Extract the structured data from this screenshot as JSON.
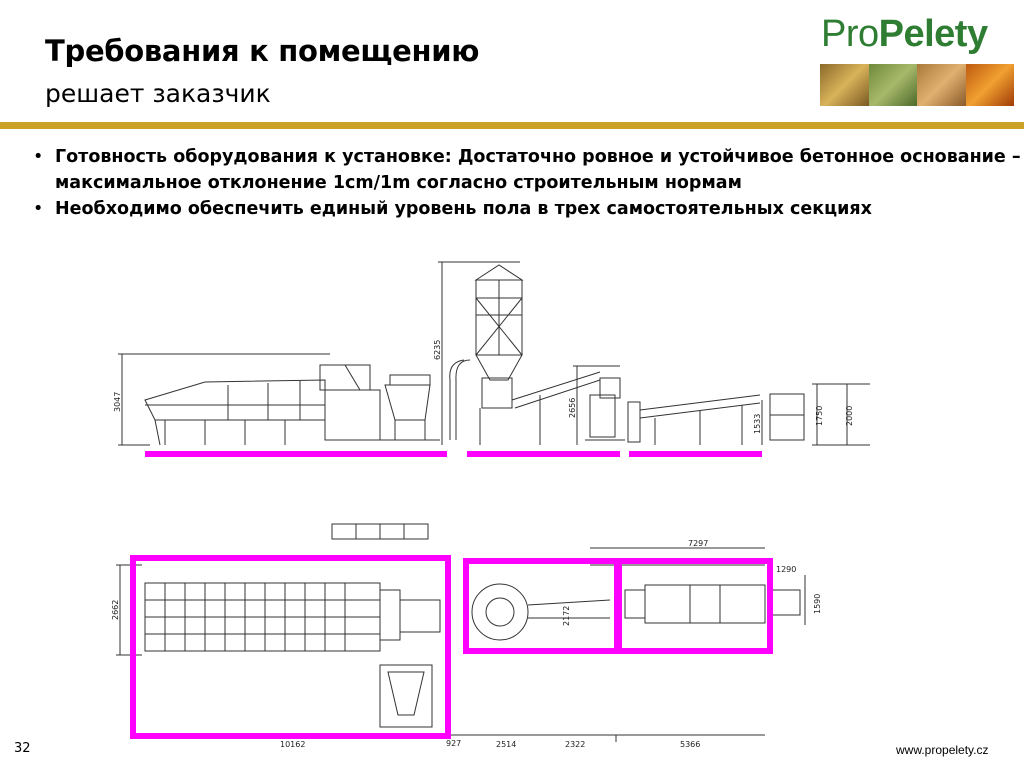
{
  "header": {
    "title": "Требования к помещению",
    "subtitle": "решает заказчик"
  },
  "logo": {
    "prefix": "Pro",
    "suffix": "Pelety",
    "color": "#2e7d32",
    "accent_line_color": "#c9a227"
  },
  "bullets": [
    {
      "dot": "•",
      "text": "Готовность оборудования к установке: Достаточно ровное и устойчивое бетонное основание – максимальное  отклонение 1cm/1m согласно строительным нормам"
    },
    {
      "dot": "•",
      "text": "Необходимо обеспечить единый уровень пола в трех самостоятельных секциях"
    }
  ],
  "drawing": {
    "side_view_dims": {
      "height_total": "6235",
      "height_left": "3047",
      "height_mid": "2656",
      "height_small": "1533",
      "height_right_a": "1750",
      "height_right_b": "2000"
    },
    "plan_view_dims": {
      "width_top": "7297",
      "width_right": "1290",
      "height_left": "2662",
      "height_mid": "2172",
      "height_right": "1590",
      "bottom_1": "10162",
      "bottom_2": "927",
      "bottom_3": "2514",
      "bottom_4": "2322",
      "bottom_5": "5366"
    },
    "highlight_color": "#ff00ff"
  },
  "footer": {
    "slide_number": "32",
    "url": "www.propelety.cz"
  }
}
